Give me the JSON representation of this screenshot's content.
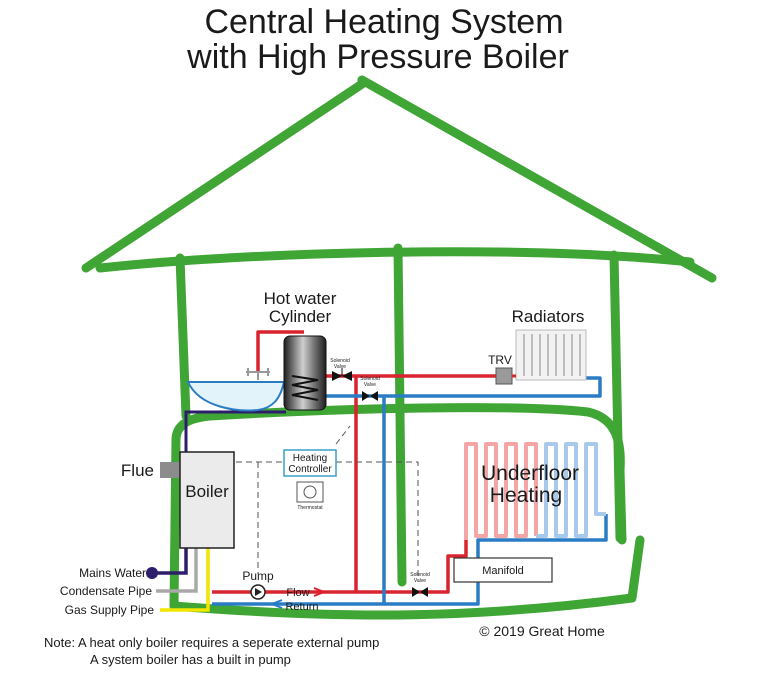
{
  "title": {
    "line1": "Central Heating System",
    "line2": "with High Pressure Boiler"
  },
  "labels": {
    "hot_water_cylinder_1": "Hot water",
    "hot_water_cylinder_2": "Cylinder",
    "radiators": "Radiators",
    "trv": "TRV",
    "solenoid_valve_1a": "Solenoid",
    "solenoid_valve_1b": "Valve",
    "solenoid_valve_2a": "Solenoid",
    "solenoid_valve_2b": "Valve",
    "solenoid_valve_3a": "Solenoid",
    "solenoid_valve_3b": "Valve",
    "flue": "Flue",
    "boiler": "Boiler",
    "heating_controller_1": "Heating",
    "heating_controller_2": "Controller",
    "thermostat": "Thermostat",
    "underfloor_1": "Underfloor",
    "underfloor_2": "Heating",
    "manifold": "Manifold",
    "pump": "Pump",
    "flow": "Flow",
    "return": "Return",
    "mains_water": "Mains Water",
    "condensate_pipe": "Condensate Pipe",
    "gas_supply_pipe": "Gas Supply Pipe"
  },
  "copyright": "© 2019 Great Home",
  "note": {
    "line1": "Note: A heat only boiler requires a seperate external pump",
    "line2": "A system boiler has a built in pump"
  },
  "colors": {
    "house_outline": "#3fa535",
    "flow_pipe": "#d9232e",
    "return_pipe": "#2a7dc4",
    "mains_water_pipe": "#2d1e6b",
    "condensate_pipe": "#a8a8a8",
    "gas_pipe": "#f2e500",
    "controller_border": "#3aa0c8",
    "underfloor_flow": "#f4a6a6",
    "underfloor_return": "#a9c9ec"
  }
}
